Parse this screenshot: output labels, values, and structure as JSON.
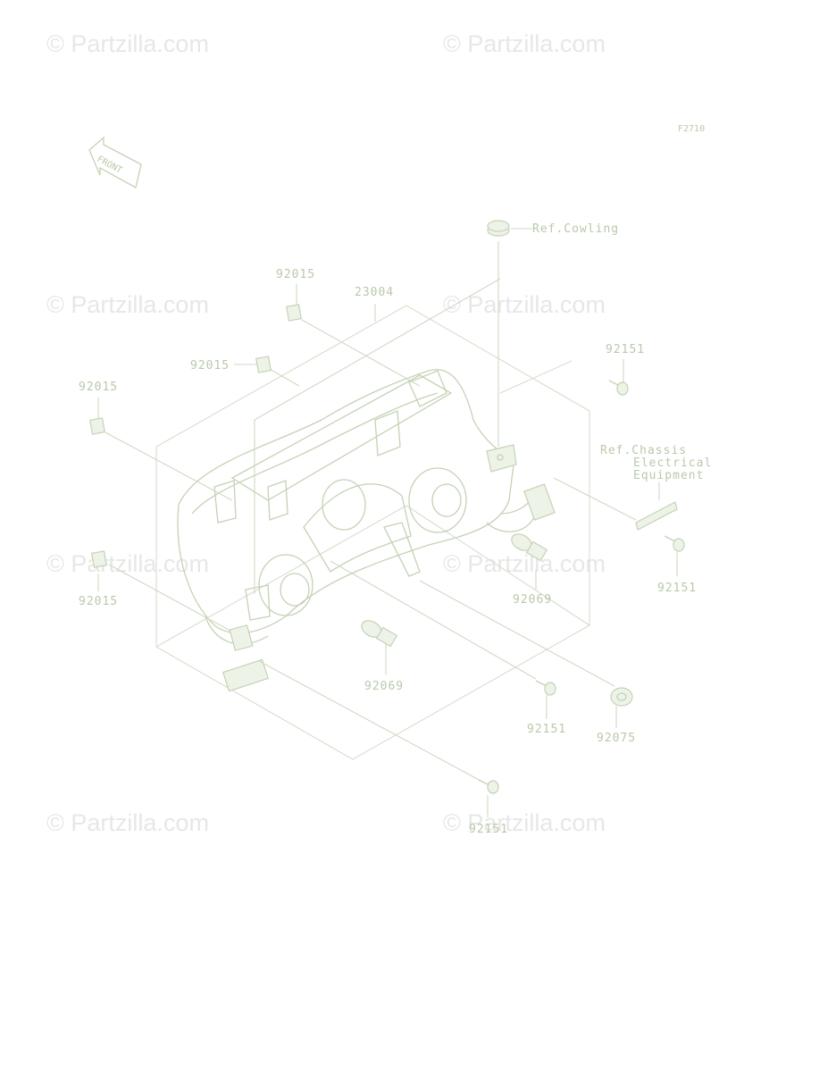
{
  "diagram": {
    "code": "F2710",
    "front_label": "FRONT",
    "watermark": "© Partzilla.com",
    "parts": [
      {
        "id": "p23004",
        "number": "23004"
      },
      {
        "id": "p92015a",
        "number": "92015"
      },
      {
        "id": "p92015b",
        "number": "92015"
      },
      {
        "id": "p92015c",
        "number": "92015"
      },
      {
        "id": "p92015d",
        "number": "92015"
      },
      {
        "id": "p92151a",
        "number": "92151"
      },
      {
        "id": "p92151b",
        "number": "92151"
      },
      {
        "id": "p92151c",
        "number": "92151"
      },
      {
        "id": "p92151d",
        "number": "92151"
      },
      {
        "id": "p92069a",
        "number": "92069"
      },
      {
        "id": "p92069b",
        "number": "92069"
      },
      {
        "id": "p92075",
        "number": "92075"
      }
    ],
    "refs": {
      "cowling": "Ref.Cowling",
      "chassis": [
        "Ref.Chassis",
        "Electrical",
        "Equipment"
      ]
    }
  }
}
